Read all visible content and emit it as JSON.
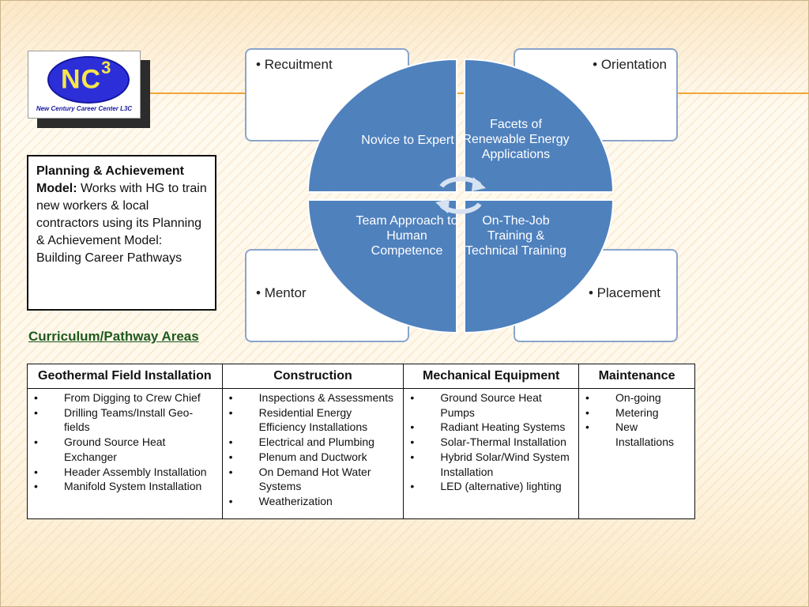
{
  "logo": {
    "text": "NC",
    "superscript": "3",
    "subtitle": "New Century Career Center L3C",
    "colors": {
      "oval": "#2c2fd8",
      "text": "#f6e64a"
    }
  },
  "planning_box": {
    "bold_text": "Planning & Achievement Model:",
    "body_text": " Works with HG to train new workers & local contractors using its Planning & Achievement Model: Building Career Pathways"
  },
  "diagram": {
    "corner_items": {
      "top_left": "Recuitment",
      "top_right": "Orientation",
      "bottom_left": "Mentor",
      "bottom_right": "Placement"
    },
    "quadrants": {
      "top_left": "Novice to Expert",
      "top_right": "Facets of Renewable Energy Applications",
      "bottom_left": "Team Approach to Human Competence",
      "bottom_right": "On-The-Job Training & Technical Training"
    },
    "colors": {
      "circle": "#4f81bd",
      "box_border": "#8aa5cc"
    }
  },
  "curriculum": {
    "title": "Curriculum/Pathway Areas",
    "columns": [
      {
        "header": "Geothermal Field Installation",
        "items": [
          "From Digging to Crew Chief",
          "Drilling Teams/Install Geo-fields",
          "Ground Source Heat Exchanger",
          "Header Assembly Installation",
          "Manifold System Installation"
        ]
      },
      {
        "header": "Construction",
        "items": [
          "Inspections & Assessments",
          "Residential Energy Efficiency Installations",
          "Electrical and Plumbing",
          "Plenum and Ductwork",
          "On Demand Hot Water Systems",
          "Weatherization"
        ]
      },
      {
        "header": "Mechanical Equipment",
        "items": [
          "Ground Source Heat Pumps",
          "Radiant Heating Systems",
          "Solar-Thermal Installation",
          "Hybrid Solar/Wind System Installation",
          "LED (alternative) lighting"
        ]
      },
      {
        "header": "Maintenance",
        "items": [
          "On-going",
          "Metering",
          "New Installations"
        ]
      }
    ]
  }
}
